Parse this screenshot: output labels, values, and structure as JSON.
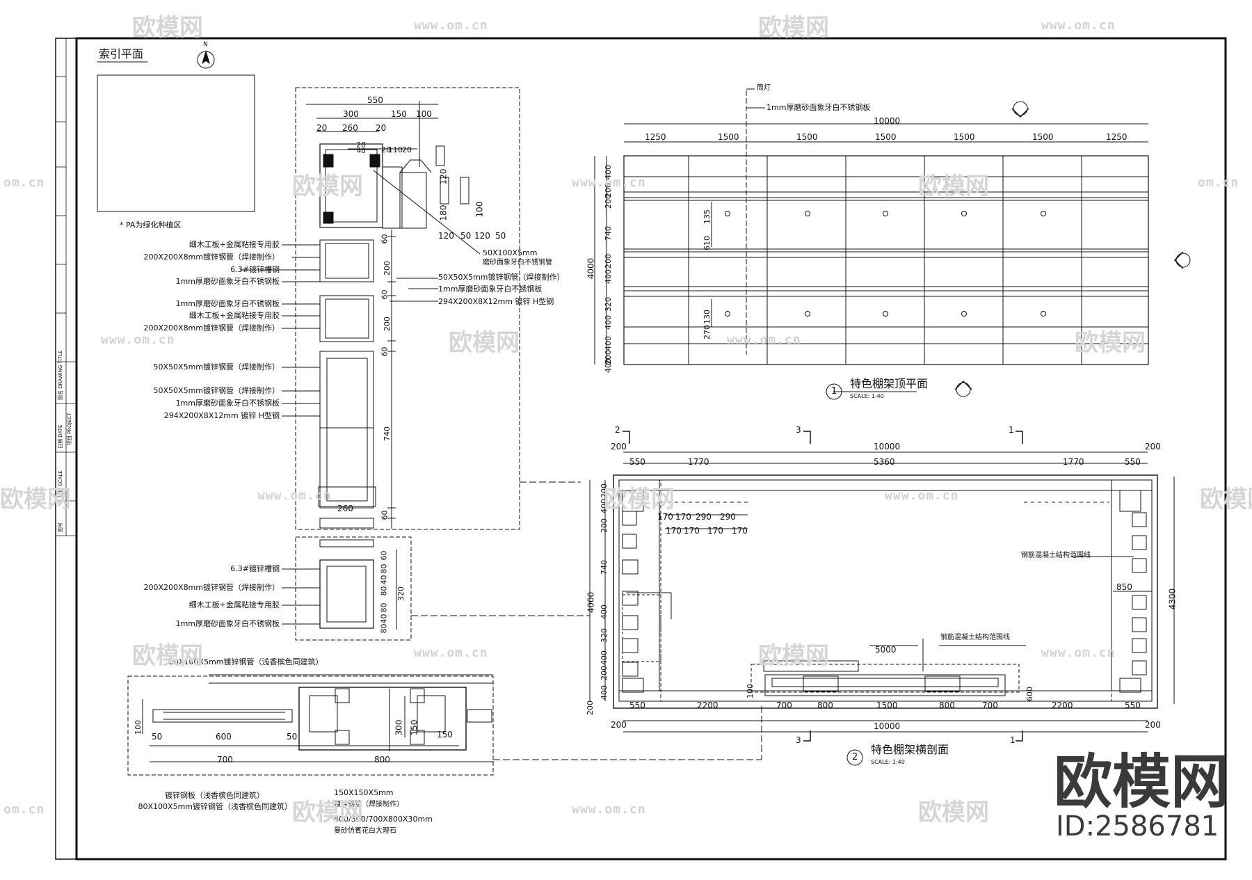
{
  "watermark": {
    "brand": "欧模网",
    "url": "www.om.cn",
    "url_short": "om.cn",
    "id": "ID:2586781"
  },
  "index_plan": {
    "title": "索引平面",
    "north": "N",
    "note": "* PA为绿化种植区"
  },
  "title_block": [
    "图号",
    "比例 SCALE",
    "日期 DATE",
    "图名 DRAWING TITLE",
    "项目 PROJECT"
  ],
  "section_detail": {
    "dims_top": [
      "550",
      "300",
      "150",
      "100",
      "20",
      "260",
      "20",
      "20",
      "20",
      "110",
      "20",
      "40"
    ],
    "dims_side": [
      "120",
      "180",
      "100",
      "120",
      "50",
      "120",
      "50"
    ],
    "dims_vert": [
      "60",
      "200",
      "60",
      "200",
      "60",
      "740",
      "60",
      "260"
    ],
    "dims_lower": [
      "60",
      "80",
      "40",
      "80",
      "320",
      "80",
      "40",
      "80"
    ],
    "labels_left_1": [
      "细木工板+金属粘接专用胶",
      "200X200X8mm镀锌钢管（焊接制作）",
      "6.3#镀锌槽钢",
      "1mm厚磨砂面象牙白不锈钢板"
    ],
    "labels_left_2": [
      "1mm厚磨砂面象牙白不锈钢板",
      "细木工板+金属粘接专用胶",
      "200X200X8mm镀锌钢管（焊接制作）"
    ],
    "labels_left_3": [
      "50X50X5mm镀锌钢管（焊接制作）",
      "50X50X5mm镀锌钢管（焊接制作）",
      "1mm厚磨砂面象牙白不锈钢板",
      "294X200X8X12mm 镀锌 H型钢"
    ],
    "labels_left_4": [
      "6.3#镀锌槽钢",
      "200X200X8mm镀锌钢管（焊接制作）",
      "细木工板+金属粘接专用胶",
      "1mm厚磨砂面象牙白不锈钢板"
    ],
    "labels_right": [
      "50X100X5mm",
      "磨砂面象牙白不锈钢管",
      "50X50X5mm镀锌钢管（焊接制作）",
      "1mm厚磨砂面象牙白不锈钢板",
      "294X200X8X12mm 镀锌 H型钢"
    ]
  },
  "bottom_detail": {
    "top_label": "80X100X5mm镀锌钢管（浅香槟色同建筑）",
    "dims": [
      "100",
      "50",
      "600",
      "50",
      "700",
      "800",
      "300",
      "150",
      "150"
    ],
    "labels": [
      "镀锌钢板（浅香槟色同建筑）",
      "80X100X5mm镀锌钢管（浅香槟色同建筑）",
      "150X150X5mm",
      "镀锌钢管（焊接制作）",
      "400/500/700X800X30mm",
      "曼砂仿賓花白大理石"
    ]
  },
  "roof_plan": {
    "callout_lamp": "筒灯",
    "callout_panel": "1mm厚磨砂面象牙白不锈钢板",
    "total": "10000",
    "segments": [
      "1250",
      "1500",
      "1500",
      "1500",
      "1500",
      "1500",
      "1250"
    ],
    "left_total": "4000",
    "left_dims": [
      "400",
      "200",
      "200",
      "740",
      "400",
      "200",
      "320",
      "400",
      "400",
      "200",
      "400"
    ],
    "inner_dims": [
      "610",
      "135",
      "130",
      "270"
    ],
    "title_num": "1",
    "title": "特色棚架顶平面",
    "scale": "SCALE: 1:40"
  },
  "cross_section": {
    "markers": [
      "2",
      "3",
      "1"
    ],
    "top_total": "10000",
    "top_segments": [
      "550",
      "1770",
      "5360",
      "1770",
      "550"
    ],
    "end_dims": [
      "200",
      "200"
    ],
    "small_dims": [
      "170",
      "170",
      "290",
      "290",
      "170",
      "170",
      "170",
      "170"
    ],
    "right_total": "4300",
    "left_total": "4000",
    "left_dims": [
      "200",
      "400",
      "200",
      "740",
      "400",
      "320",
      "400",
      "200",
      "400",
      "200"
    ],
    "right_inner": "850",
    "note_1": "钢筋混凝土结构范围线",
    "note_2": "钢筋混凝土结构范围线",
    "mid_dim": "5000",
    "mid_vert": [
      "100",
      "600"
    ],
    "bottom_segments": [
      "550",
      "2200",
      "700",
      "800",
      "1500",
      "800",
      "700",
      "2200",
      "550"
    ],
    "bottom_total": "10000",
    "title_num": "2",
    "title": "特色棚架横剖面",
    "scale": "SCALE: 1:40"
  }
}
